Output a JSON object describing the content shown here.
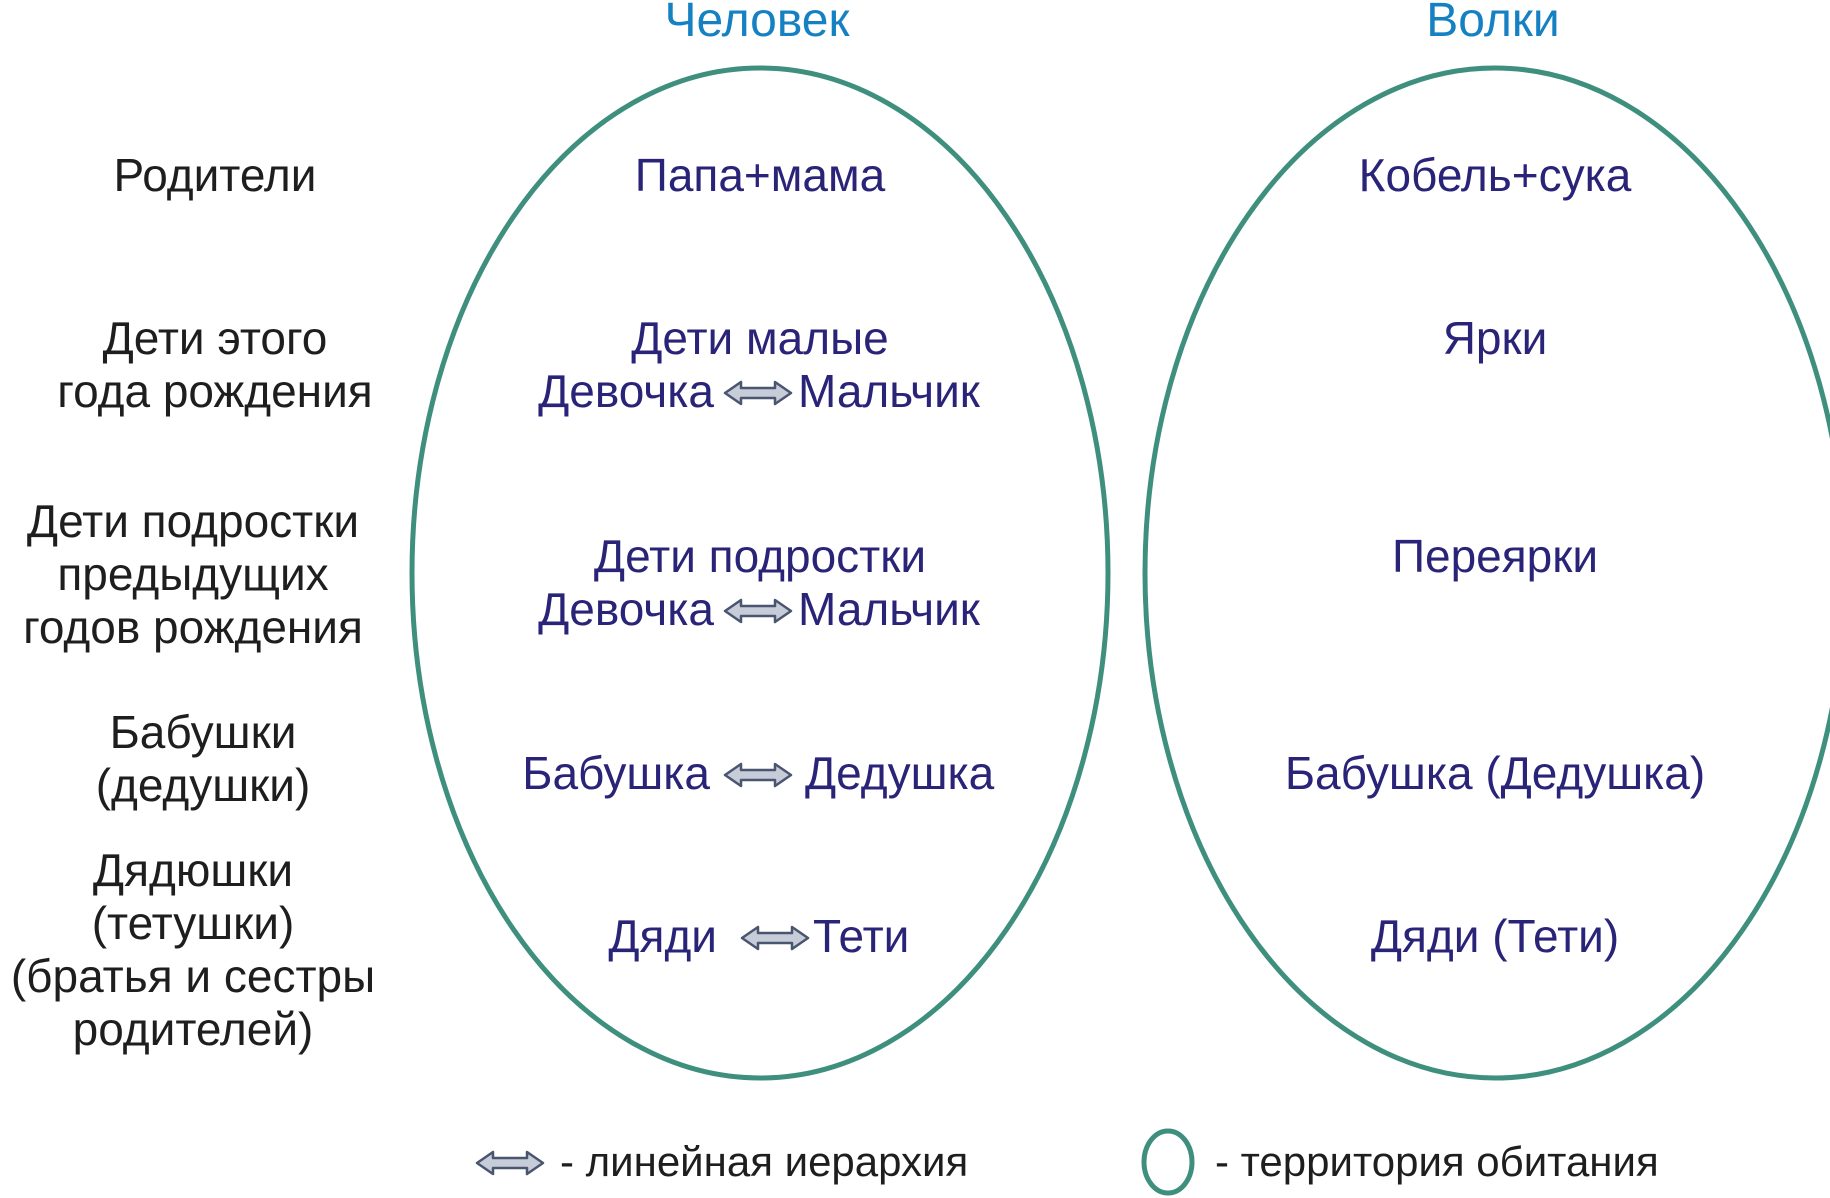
{
  "headers": {
    "human": "Человек",
    "wolves": "Волки"
  },
  "row_labels": {
    "parents": "Родители",
    "children_year": [
      "Дети этого",
      "года рождения"
    ],
    "teens": [
      "Дети подростки",
      "предыдущих",
      "годов рождения"
    ],
    "grandparents": [
      "Бабушки",
      "(дедушки)"
    ],
    "uncles": [
      "Дядюшки",
      "(тетушки)",
      "(братья и сестры",
      "родителей)"
    ]
  },
  "human": {
    "parents": "Папа+мама",
    "children_title": "Дети малые",
    "children_girl": "Девочка",
    "children_boy": "Мальчик",
    "teens_title": "Дети подростки",
    "teens_girl": "Девочка",
    "teens_boy": "Мальчик",
    "grandma": "Бабушка",
    "grandpa": "Дедушка",
    "uncles": "Дяди",
    "aunts": "Тети"
  },
  "wolves": {
    "parents": "Кобель+сука",
    "yearlings": "Ярки",
    "teens": "Переярки",
    "grandparents": "Бабушка (Дедушка)",
    "uncles": "Дяди (Тети)"
  },
  "legend": {
    "arrow_text": "- линейная иерархия",
    "territory_text": "- территория обитания"
  },
  "colors": {
    "ellipse": "#3f8f7f",
    "header": "#1580c2",
    "entity": "#2a2478",
    "label": "#1e1e1e",
    "arrow_fill": "#c7cdd8",
    "arrow_stroke": "#4a5570"
  }
}
